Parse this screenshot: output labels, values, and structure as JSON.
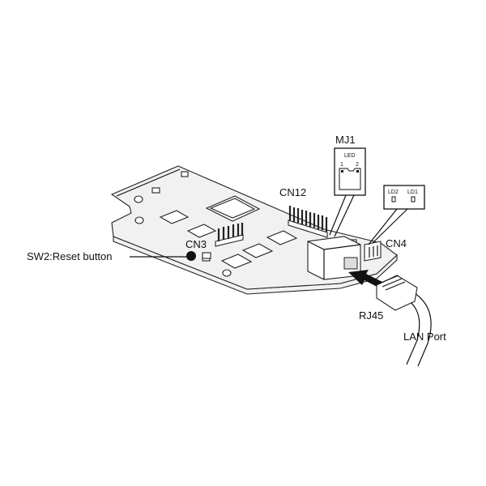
{
  "labels": {
    "mj1": "MJ1",
    "led": "LED",
    "led_1": "1",
    "led_2": "2",
    "ld2": "LD2",
    "ld1": "LD1",
    "cn12": "CN12",
    "cn3": "CN3",
    "cn4": "CN4",
    "reset": "SW2:Reset button",
    "rj45": "RJ45",
    "lan_port": "LAN Port"
  }
}
